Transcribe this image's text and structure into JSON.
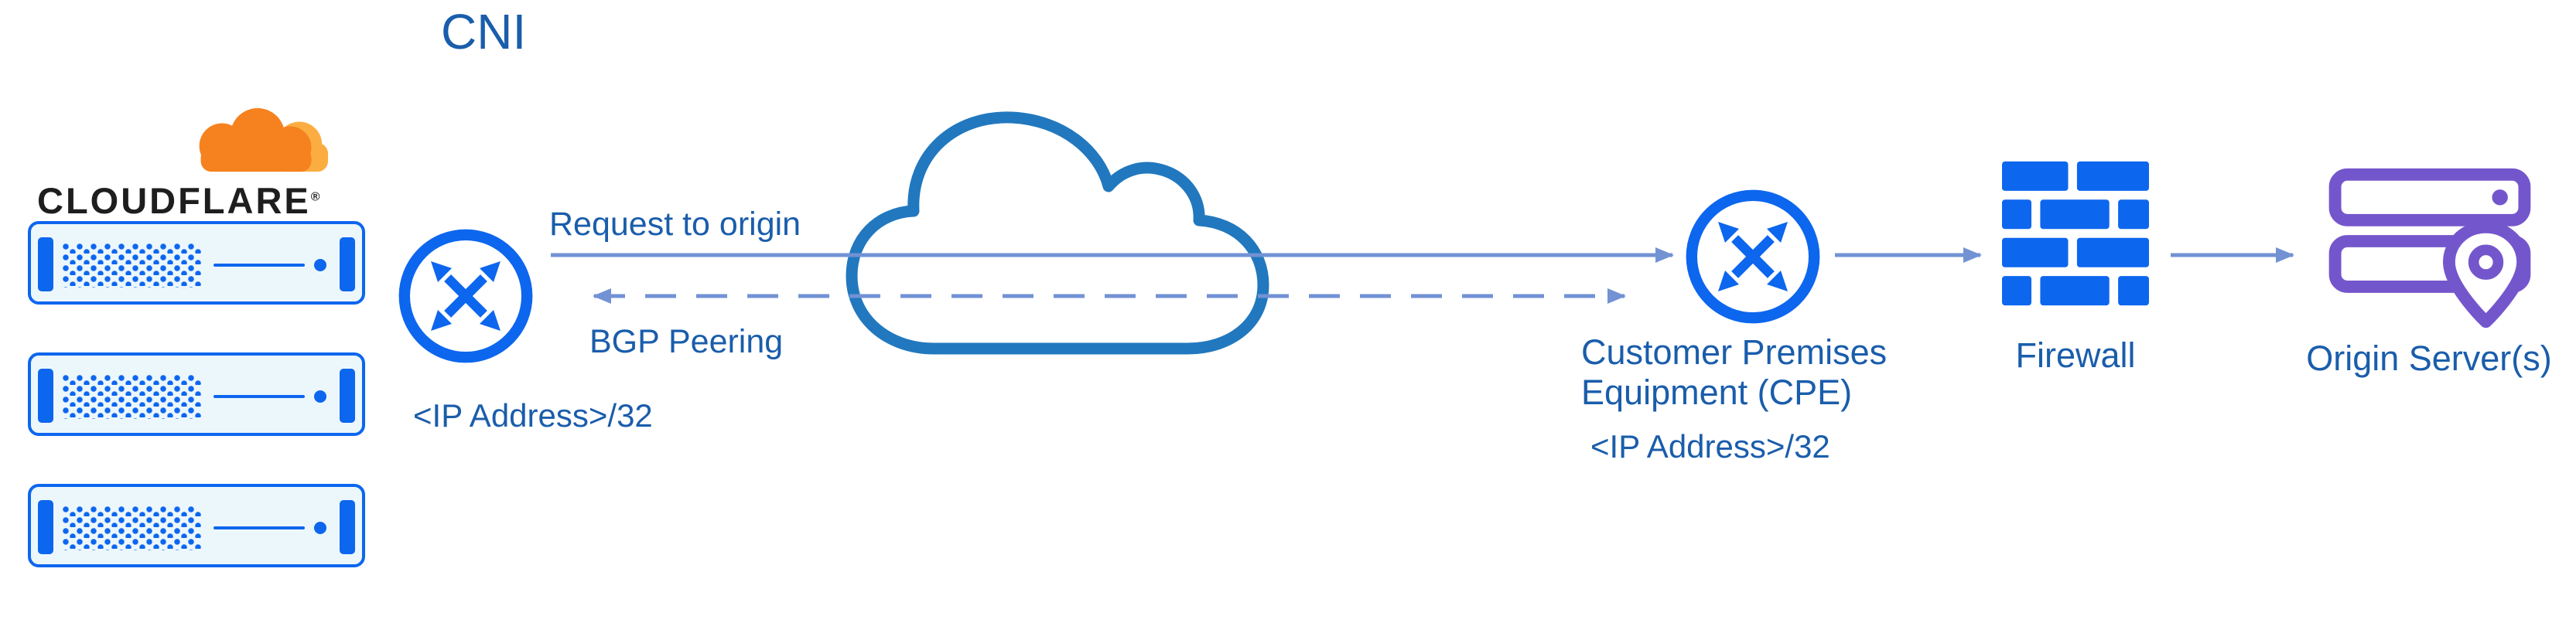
{
  "title": "CNI",
  "cloudflare": {
    "wordmark": "CLOUDFLARE",
    "registered": "®"
  },
  "nodes": {
    "cf_router_ip": "<IP Address>/32",
    "internet": "Internet",
    "cpe_name": "Customer Premises Equipment (CPE)",
    "cpe_ip": "<IP Address>/32",
    "firewall": "Firewall",
    "origin": "Origin Server(s)"
  },
  "edges": {
    "request_to_origin": "Request to origin",
    "bgp_peering": "BGP Peering"
  },
  "colors": {
    "icon_blue": "#0d66ee",
    "cloud_outline_blue": "#2178be",
    "arrow_blue": "#7292d4",
    "label_blue": "#1a5dab",
    "origin_purple": "#7456cc",
    "cloudflare_orange": "#f6821f",
    "cloudflare_orange_light": "#fbad41",
    "wordmark_dark": "#1e1e1e",
    "server_fill": "#ecf7fc"
  }
}
